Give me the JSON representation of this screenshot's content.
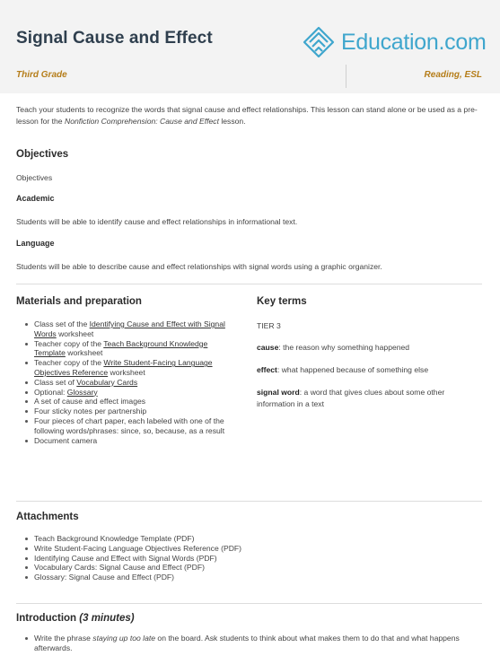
{
  "header": {
    "title": "Signal Cause and Effect",
    "brand": "Education.com",
    "grade": "Third Grade",
    "subject": "Reading, ESL"
  },
  "intro": {
    "pre": "Teach your students to recognize the words that signal cause and effect relationships. This lesson can stand alone or be used as a pre-lesson for the ",
    "italic": "Nonfiction Comprehension: Cause and Effect",
    "post": " lesson."
  },
  "objectives": {
    "heading": "Objectives",
    "sub": "Objectives",
    "academic_heading": "Academic",
    "academic_text": "Students will be able to identify cause and effect relationships in informational text.",
    "language_heading": "Language",
    "language_text": "Students will be able to describe cause and effect relationships with signal words using a graphic organizer."
  },
  "materials": {
    "heading": "Materials and preparation",
    "items": [
      {
        "pre": "Class set of the ",
        "link": "Identifying Cause and Effect with Signal Words",
        "post": " worksheet"
      },
      {
        "pre": "Teacher copy of the ",
        "link": "Teach Background Knowledge Template",
        "post": " worksheet"
      },
      {
        "pre": "Teacher copy of the ",
        "link": "Write Student-Facing Language Objectives Reference",
        "post": " worksheet"
      },
      {
        "pre": "Class set of ",
        "link": "Vocabulary Cards",
        "post": ""
      },
      {
        "pre": "Optional: ",
        "link": "Glossary",
        "post": ""
      },
      {
        "pre": "A set of cause and effect images",
        "link": "",
        "post": ""
      },
      {
        "pre": "Four sticky notes per partnership",
        "link": "",
        "post": ""
      },
      {
        "pre": "Four pieces of chart paper, each labeled with one of the following words/phrases: since, so, because, as a result",
        "link": "",
        "post": ""
      },
      {
        "pre": "Document camera",
        "link": "",
        "post": ""
      }
    ]
  },
  "key_terms": {
    "heading": "Key terms",
    "tier": "TIER 3",
    "terms": [
      {
        "term": "cause",
        "def": ": the reason why something happened"
      },
      {
        "term": "effect",
        "def": ": what happened because of something else"
      },
      {
        "term": "signal word",
        "def": ": a word that gives clues about some other information in a text"
      }
    ]
  },
  "attachments": {
    "heading": "Attachments",
    "items": [
      "Teach Background Knowledge Template (PDF)",
      "Write Student-Facing Language Objectives Reference (PDF)",
      "Identifying Cause and Effect with Signal Words (PDF)",
      "Vocabulary Cards: Signal Cause and Effect (PDF)",
      "Glossary: Signal Cause and Effect (PDF)"
    ]
  },
  "introduction": {
    "heading": "Introduction",
    "time": "(3 minutes)",
    "item_pre": "Write the phrase ",
    "item_italic": "staying up too late",
    "item_post": " on the board. Ask students to think about what makes them to do that and what happens afterwards."
  },
  "colors": {
    "accent": "#b57d19",
    "brand": "#3fa6cd",
    "header_bg": "#f3f3f3"
  }
}
